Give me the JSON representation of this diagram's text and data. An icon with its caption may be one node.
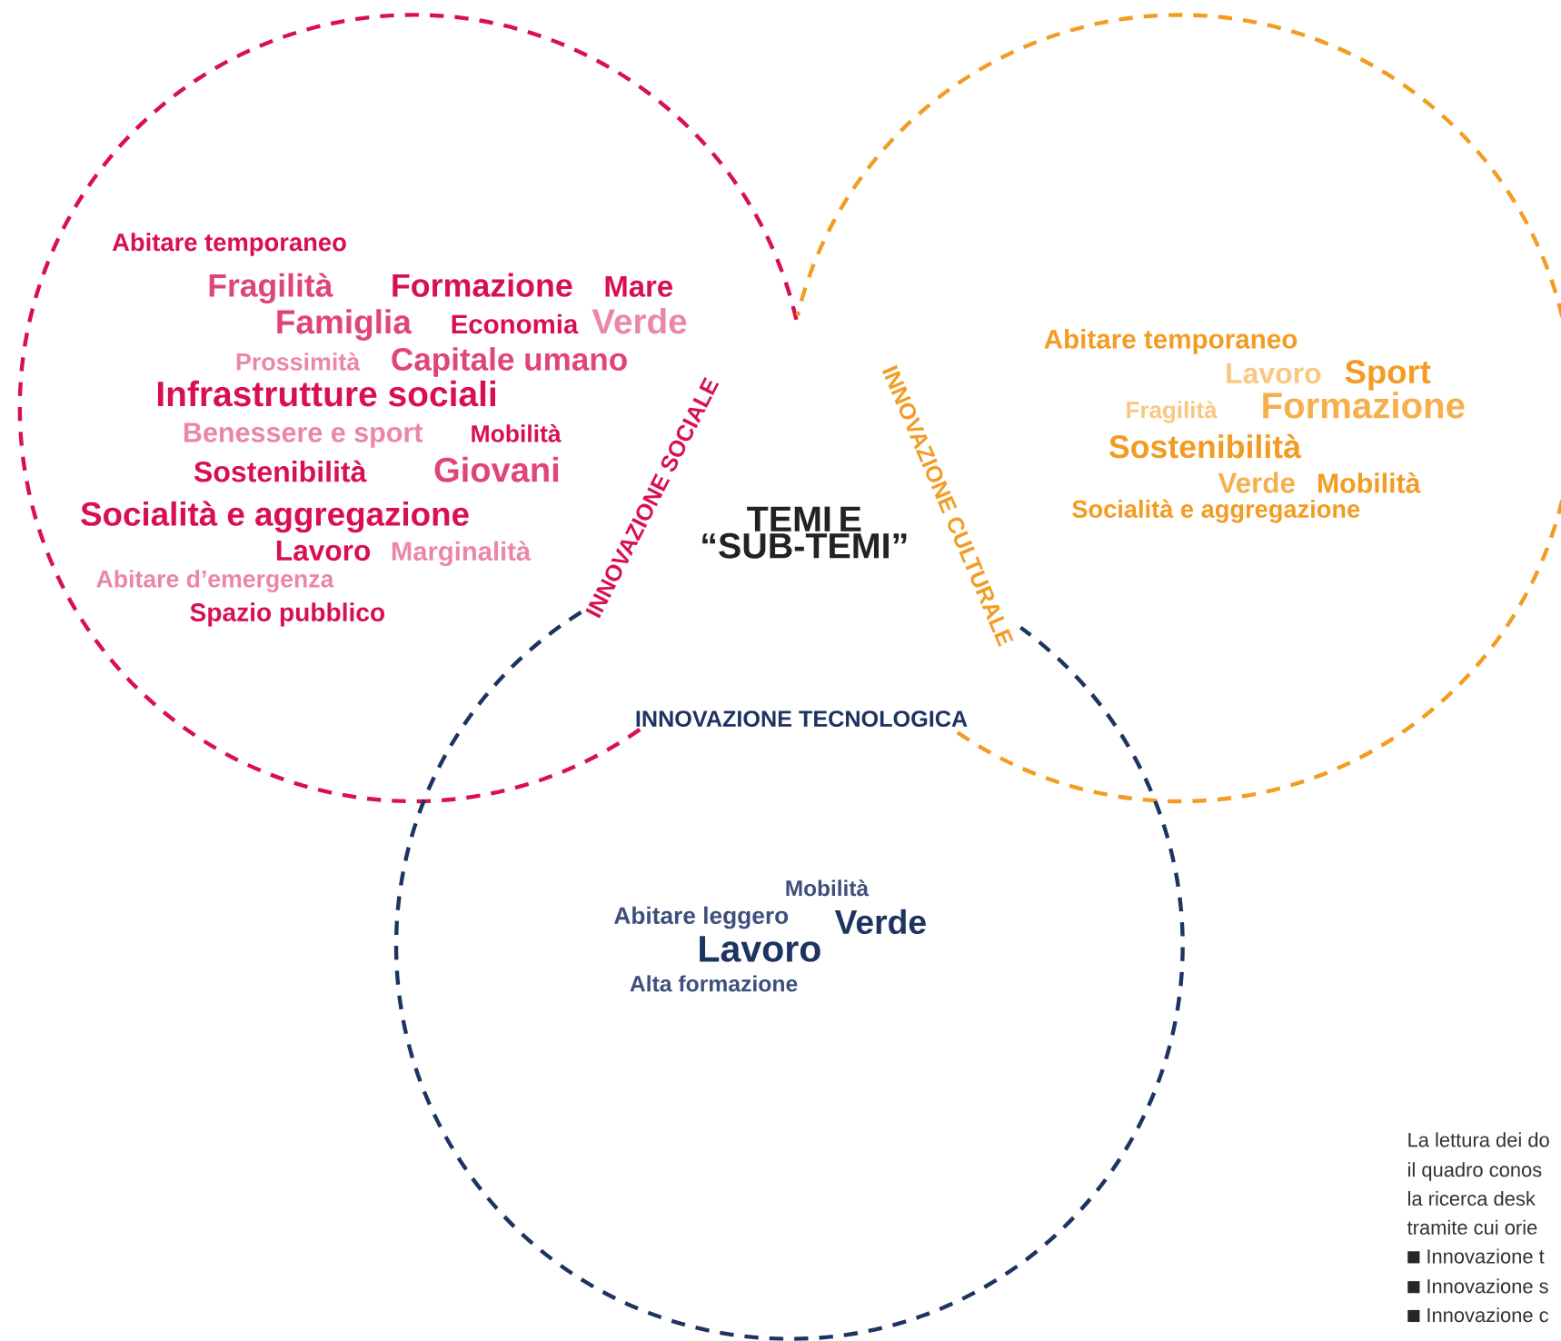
{
  "diagram": {
    "nodes": [
      {
        "text": [
          "Abitare temporaneo",
          "Fragilità",
          "Formazione",
          "Mare",
          "Famiglia",
          "Economia",
          "Verde",
          "Prossimità",
          "Capitale umano",
          "Infrastrutture sociali",
          "Benessere e sport",
          "Mobilità",
          "Sostenibilità",
          "Giovani",
          "Socialità e aggregazione",
          "Lavoro",
          "Marginalità",
          "Abitare d’emergenza",
          "Spazio pubblico"
        ]
      },
      {
        "text": [
          "Abitare temporaneo",
          "Lavoro",
          "Sport",
          "Fragilità",
          "Formazione",
          "Sostenibilità",
          "Verde",
          "Mobilità",
          "Socialità e aggregazione"
        ]
      },
      {
        "text": [
          "Mobilità",
          "Abitare leggero",
          "Verde",
          "Lavoro",
          "Alta formazione"
        ]
      },
      {
        "text": [
          "TEMI E “SUB-TEMI”"
        ]
      }
    ],
    "labels": [
      "INNOVAZIONE SOCIALE",
      "INNOVAZIONE CULTURALE",
      "INNOVAZIONE TECNOLOGICA",
      "La lettura dei do",
      "il quadro conos",
      "la ricerca desk",
      "tramite cui orie",
      "Innovazione t",
      "Innovazione s",
      "Innovazione c"
    ]
  }
}
